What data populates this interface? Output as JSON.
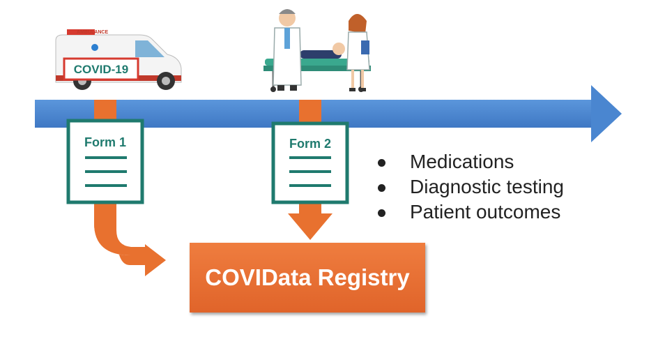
{
  "ambulance": {
    "sign": "COVID-19",
    "mirror_label": "AMBULANCE"
  },
  "forms": [
    {
      "label": "Form 1"
    },
    {
      "label": "Form 2"
    }
  ],
  "registry": {
    "label": "COVIData Registry"
  },
  "bullets": [
    "Medications",
    "Diagnostic testing",
    "Patient outcomes"
  ],
  "colors": {
    "timeline": "#4a86d0",
    "connector": "#e8712f",
    "form_border": "#1f7a6e",
    "registry": "#e8712f"
  }
}
